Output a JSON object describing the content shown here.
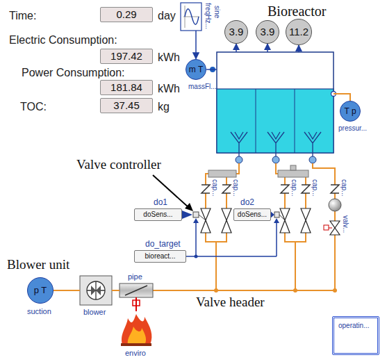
{
  "diagram": {
    "nodes": [
      {
        "text": [
          "Time:",
          "0.29",
          "day"
        ]
      },
      {
        "text": [
          "Electric Consumption:",
          "197.42",
          "kWh"
        ]
      },
      {
        "text": [
          "Power Consumption:",
          "181.84",
          "kWh"
        ]
      },
      {
        "text": [
          "TOC:",
          "37.45",
          "kg"
        ]
      },
      {
        "text": [
          "Bioreactor"
        ]
      },
      {
        "text": [
          "3.9"
        ]
      },
      {
        "text": [
          "3.9"
        ]
      },
      {
        "text": [
          "11.2"
        ]
      },
      {
        "text": [
          "freqHz...",
          "sine"
        ]
      },
      {
        "text": [
          "m T",
          "massFl..."
        ]
      },
      {
        "text": [
          "T p",
          "pressur..."
        ]
      },
      {
        "text": [
          "do1",
          "doSens..."
        ]
      },
      {
        "text": [
          "do2",
          "doSens..."
        ]
      },
      {
        "text": [
          "do_target",
          "bioreact..."
        ]
      },
      {
        "text": [
          "p T",
          "suction"
        ]
      },
      {
        "text": [
          "blower"
        ]
      },
      {
        "text": [
          "pipe"
        ]
      },
      {
        "text": [
          "enviro"
        ]
      },
      {
        "text": [
          "operatin..."
        ]
      }
    ],
    "edges": [
      {
        "from": 8,
        "to": 9,
        "arrow": "to"
      },
      {
        "from": 9,
        "to": 4,
        "arrow": "none"
      },
      {
        "from": 4,
        "to": 5,
        "arrow": "to"
      },
      {
        "from": 4,
        "to": 6,
        "arrow": "to"
      },
      {
        "from": 4,
        "to": 7,
        "arrow": "to"
      },
      {
        "from": 10,
        "to": 4,
        "arrow": "none"
      },
      {
        "from": 14,
        "to": 15,
        "arrow": "none"
      },
      {
        "from": 15,
        "to": 16,
        "arrow": "none"
      },
      {
        "from": 16,
        "to": 17,
        "arrow": "none"
      }
    ],
    "labels": [
      "Valve controller",
      "Valve header",
      "Blower unit",
      "cap...",
      "cap...",
      "cap...",
      "cap...",
      "cap...",
      "valv..."
    ]
  }
}
